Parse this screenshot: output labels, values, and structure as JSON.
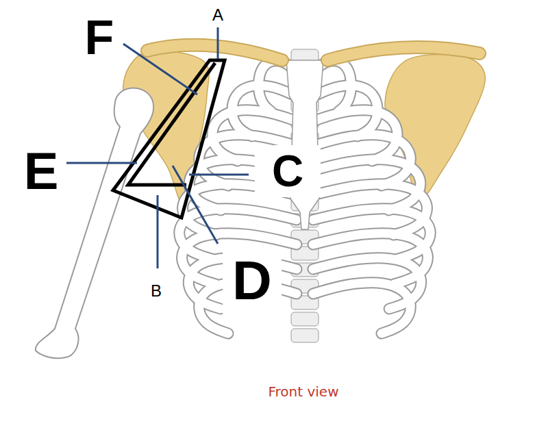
{
  "diagram": {
    "caption": "Front view",
    "labels": [
      "A",
      "F",
      "E",
      "C",
      "B",
      "D"
    ]
  }
}
